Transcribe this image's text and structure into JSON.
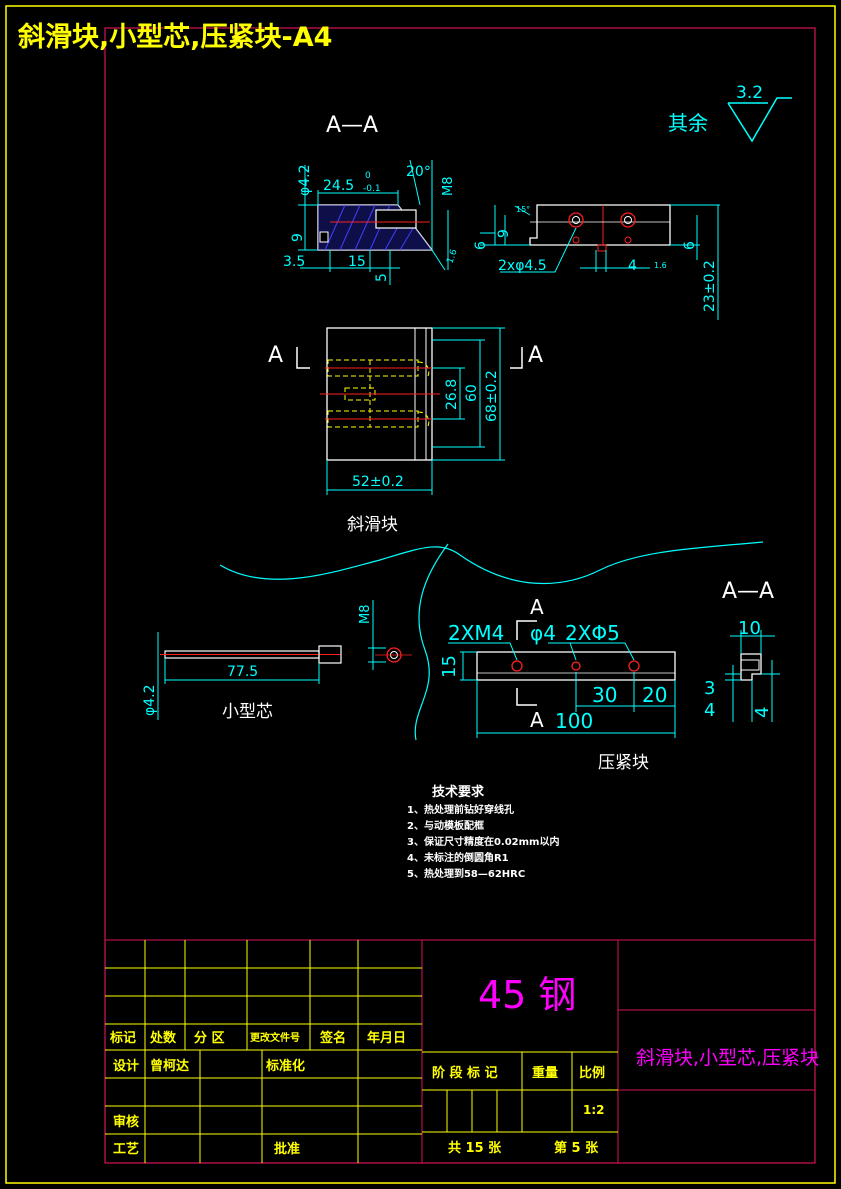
{
  "header": {
    "title": "斜滑块,小型芯,压紧块-A4"
  },
  "colors": {
    "background": "#000000",
    "border": "#ffff00",
    "frame": "#d4145a",
    "geometry": "#ffffff",
    "dimension": "#00ffff",
    "hidden": "#ffff00",
    "centerline": "#ff2020",
    "hatch": "#4040ff",
    "material": "#ff00ff",
    "note": "#ffffff",
    "titleblock_text": "#ffff00"
  },
  "views": {
    "slider_section": {
      "label": "A—A",
      "dims": {
        "d1": "φ4.2",
        "d2": "24.5",
        "tol": "0",
        "tol2": "-0.1",
        "ang": "20°",
        "thread": "M8",
        "h1": "9",
        "w1": "3.5",
        "w2": "15",
        "w3": "5",
        "r": "1.6"
      }
    },
    "slider_side": {
      "dims": {
        "angle": "15°",
        "h1": "9",
        "h2": "6",
        "holes": "2xφ4.5",
        "w4": "4",
        "r": "1.6",
        "h3": "6",
        "total": "23±0.2"
      }
    },
    "slider_plan": {
      "left_label": "A",
      "right_label": "A",
      "dims": {
        "d268": "26.8",
        "d60": "60",
        "d68": "68±0.2",
        "d52": "52±0.2"
      },
      "caption": "斜滑块"
    },
    "surface_roughness": {
      "prefix": "其余",
      "value": "3.2"
    },
    "core": {
      "dims": {
        "len": "77.5",
        "dia": "φ4.2",
        "thread": "M8"
      },
      "caption": "小型芯"
    },
    "clamp": {
      "labels": {
        "top": "A",
        "bottom": "A"
      },
      "dims": {
        "holes1": "2XM4",
        "hole2": "φ4",
        "holes3": "2XΦ5",
        "h15": "15",
        "d30": "30",
        "d20": "20",
        "d100": "100"
      },
      "caption": "压紧块"
    },
    "clamp_section": {
      "label": "A—A",
      "dims": {
        "w10": "10",
        "h3": "3",
        "h4": "4",
        "h4b": "4"
      }
    }
  },
  "notes": {
    "heading": "技术要求",
    "items": [
      "1、热处理前钻好穿线孔",
      "2、与动模板配框",
      "3、保证尺寸精度在0.02mm以内",
      "4、未标注的倒圆角R1",
      "5、热处理到58—62HRC"
    ]
  },
  "title_block": {
    "material": "45 钢",
    "drawing_name": "斜滑块,小型芯,压紧块",
    "rev_headers": [
      "标记",
      "处数",
      "分  区",
      "更改文件号",
      "签名",
      "年月日"
    ],
    "design_label": "设计",
    "designer": "曾柯达",
    "standard_label": "标准化",
    "review_label": "审核",
    "process_label": "工艺",
    "approve_label": "批准",
    "stage_label": "阶 段 标 记",
    "weight_label": "重量",
    "scale_label": "比例",
    "scale_value": "1:2",
    "sheets_total": "共 15 张",
    "sheet_no": "第 5 张"
  }
}
